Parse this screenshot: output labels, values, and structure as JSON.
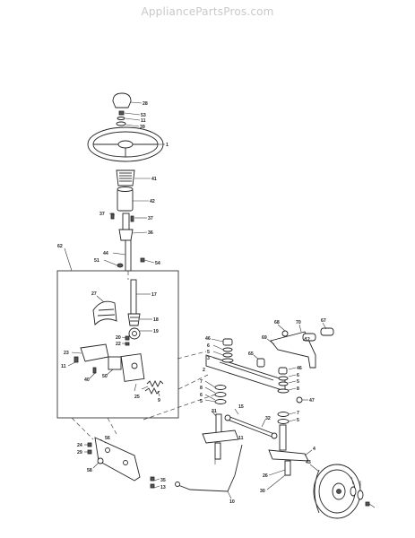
{
  "watermark": "AppliancePartsPros.com",
  "part_labels": {
    "p28": "28",
    "p53": "53",
    "p11a": "11",
    "p39": "39",
    "p1": "1",
    "p41": "41",
    "p42": "42",
    "p37a": "37",
    "p37b": "37",
    "p36": "36",
    "p44": "44",
    "p51": "51",
    "p54": "54",
    "p62": "62",
    "p27": "27",
    "p17": "17",
    "p18": "18",
    "p19": "19",
    "p20": "20",
    "p22": "22",
    "p23": "23",
    "p11b": "11",
    "p40": "40",
    "p50": "50",
    "p25": "25",
    "p9": "9",
    "p46a": "46",
    "p6a": "6",
    "p5a": "5",
    "p3": "3",
    "p7a": "7",
    "p8a": "8",
    "p6b": "6",
    "p5b": "5",
    "p68": "68",
    "p70": "70",
    "p67": "67",
    "p69": "69",
    "p12": "12",
    "p65": "65",
    "p46b": "46",
    "p6c": "6",
    "p5c": "5",
    "p8b": "8",
    "p47": "47",
    "p2": "2",
    "p15": "15",
    "p11c": "11",
    "p32": "32",
    "p7b": "7",
    "p5d": "5",
    "p4": "4",
    "p31": "31",
    "p26": "26",
    "p30": "30",
    "p43": "43",
    "p10": "10",
    "p56": "56",
    "p24": "24",
    "p29": "29",
    "p58": "58",
    "p35": "35",
    "p13": "13"
  }
}
